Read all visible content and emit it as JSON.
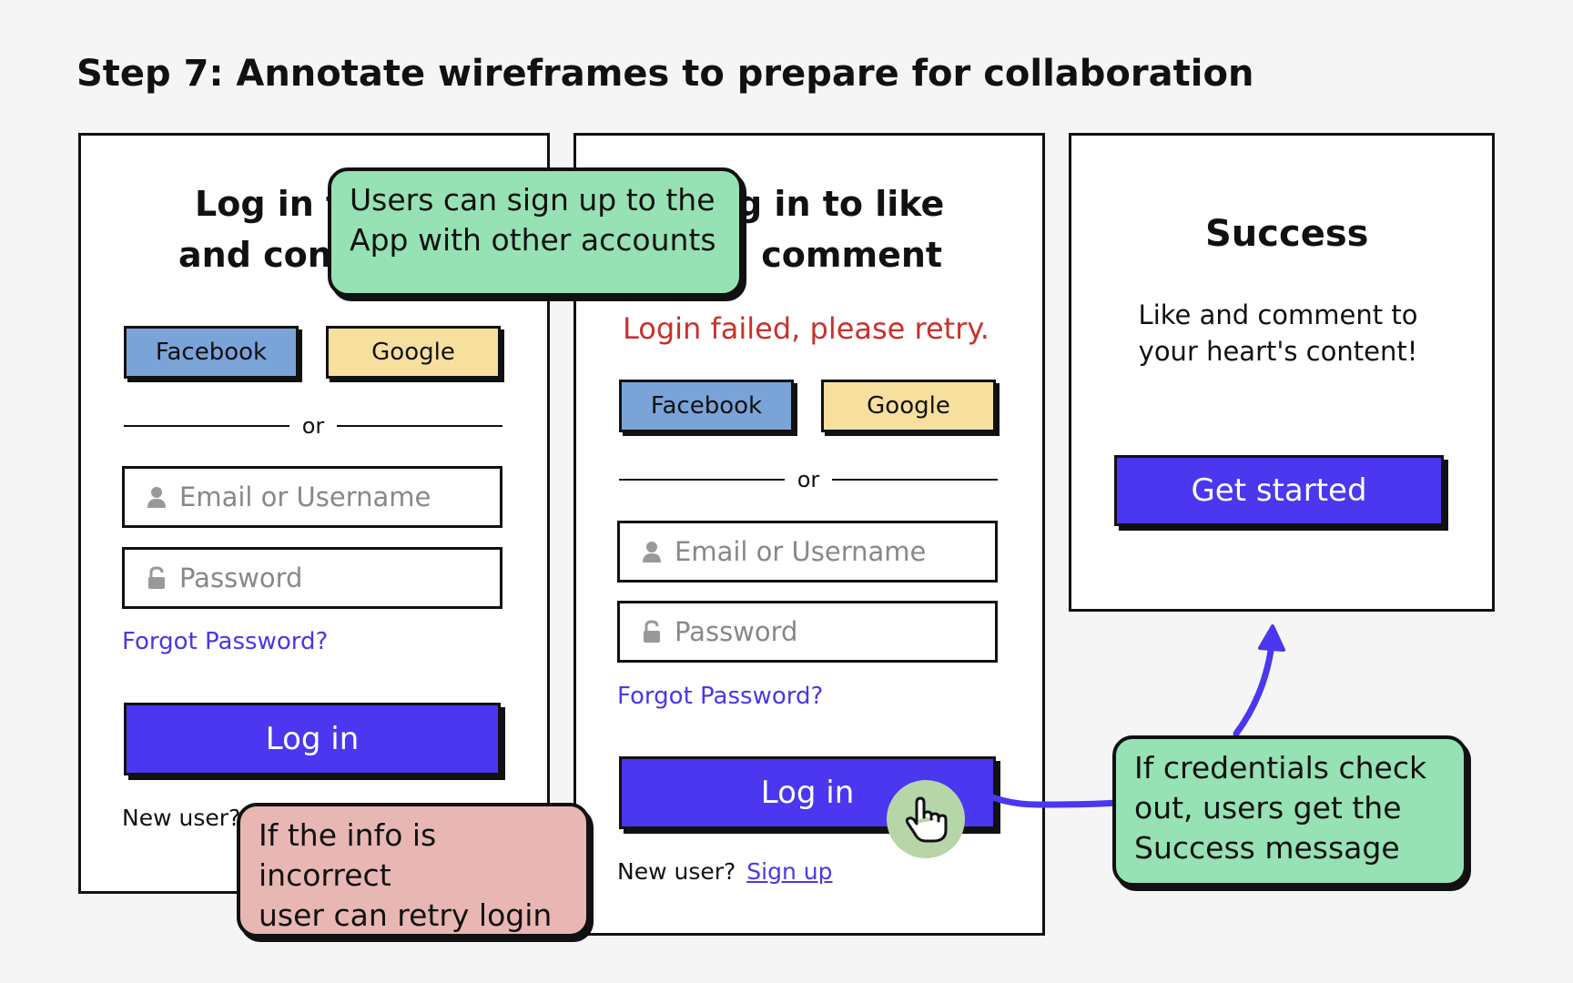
{
  "step_title": "Step 7: Annotate wireframes to prepare for collaboration",
  "frame1": {
    "heading_line1": "Log in t",
    "heading_line2": "and con",
    "facebook": "Facebook",
    "google": "Google",
    "or": "or",
    "email_placeholder": "Email or Username",
    "password_placeholder": "Password",
    "forgot": "Forgot Password?",
    "login": "Log in",
    "new_user": "New user?"
  },
  "frame2": {
    "heading_line1": "g in to like",
    "heading_line2": "l comment",
    "error": "Login failed, please retry.",
    "facebook": "Facebook",
    "google": "Google",
    "or": "or",
    "email_placeholder": "Email or Username",
    "password_placeholder": "Password",
    "forgot": "Forgot Password?",
    "login": "Log in",
    "new_user": "New user?",
    "sign_up": "Sign up"
  },
  "frame3": {
    "title": "Success",
    "text_line1": "Like and comment to",
    "text_line2": "your heart's content!",
    "button": "Get started"
  },
  "notes": {
    "signup_line1": "Users can sign up to the",
    "signup_line2": "App with other accounts",
    "retry_line1": "If the info is incorrect",
    "retry_line2": "user can retry login",
    "success_line1": "If credentials check",
    "success_line2": "out, users get the",
    "success_line3": "Success message"
  },
  "colors": {
    "accent": "#4a37ef",
    "note_green": "#96e2b4",
    "note_pink": "#e8b7b4",
    "facebook": "#7aa3d8",
    "google": "#f7e09e",
    "error": "#c9312c"
  }
}
